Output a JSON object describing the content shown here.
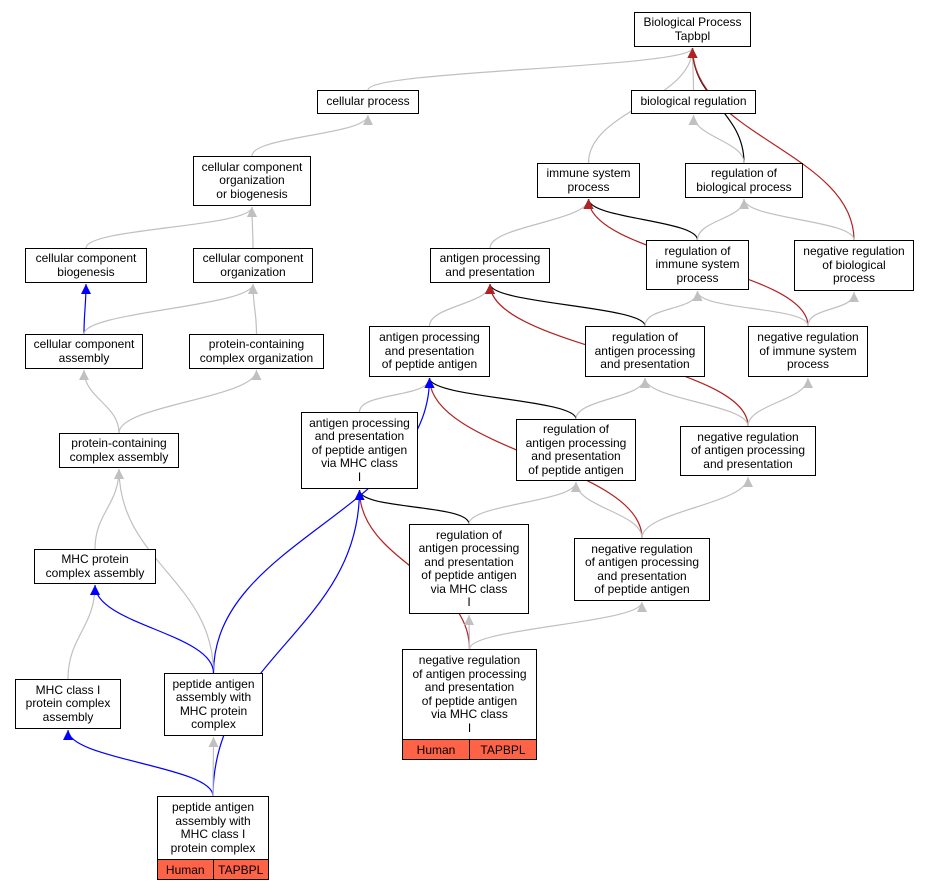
{
  "colors": {
    "border": "#000000",
    "edge_gray": "#c0c0c0",
    "edge_black": "#000000",
    "edge_blue": "#0000ff",
    "edge_red": "#b22222",
    "tag_fill": "#ff6347"
  },
  "nodes": {
    "root": "Biological Process\nTapbpl",
    "cellular_process": "cellular process",
    "biological_regulation": "biological regulation",
    "ccob": "cellular component\norganization\nor biogenesis",
    "immune_system_process": "immune system\nprocess",
    "regulation_of_biological_process": "regulation of\nbiological process",
    "cc_biogenesis": "cellular component\nbiogenesis",
    "cc_organization": "cellular component\norganization",
    "antigen_processing": "antigen processing\nand presentation",
    "reg_immune_system_process": "regulation of\nimmune system\nprocess",
    "neg_reg_biological_process": "negative regulation\nof biological\nprocess",
    "cc_assembly": "cellular component\nassembly",
    "pc_complex_organization": "protein-containing\ncomplex organization",
    "ap_peptide": "antigen processing\nand presentation\nof peptide antigen",
    "reg_antigen_processing": "regulation of\nantigen processing\nand presentation",
    "neg_reg_immune_system_process": "negative regulation\nof immune system\nprocess",
    "pc_complex_assembly": "protein-containing\ncomplex assembly",
    "ap_peptide_mhc1": "antigen processing\nand presentation\nof peptide antigen\nvia MHC class\nI",
    "reg_ap_peptide": "regulation of\nantigen processing\nand presentation\nof peptide antigen",
    "neg_reg_antigen_processing": "negative regulation\nof antigen processing\nand presentation",
    "mhc_protein_complex_assembly": "MHC protein\ncomplex assembly",
    "reg_ap_peptide_mhc1": "regulation of\nantigen processing\nand presentation\nof peptide antigen\nvia MHC class\nI",
    "neg_reg_ap_peptide": "negative regulation\nof antigen processing\nand presentation\nof peptide antigen",
    "mhc1_protein_complex_assembly": "MHC class I\nprotein complex\nassembly",
    "peptide_assembly_mhc": "peptide antigen\nassembly with\nMHC protein\ncomplex",
    "neg_reg_ap_peptide_mhc1": "negative regulation\nof antigen processing\nand presentation\nof peptide antigen\nvia MHC class\nI",
    "peptide_assembly_mhc1": "peptide antigen\nassembly with\nMHC class I\nprotein complex"
  },
  "tags": {
    "neg_reg_ap_peptide_mhc1": [
      "Human",
      "TAPBPL"
    ],
    "peptide_assembly_mhc1": [
      "Human",
      "TAPBPL"
    ]
  },
  "edges": [
    {
      "from": "cellular_process",
      "to": "root",
      "kind": "gray"
    },
    {
      "from": "biological_regulation",
      "to": "root",
      "kind": "gray"
    },
    {
      "from": "immune_system_process",
      "to": "root",
      "kind": "gray"
    },
    {
      "from": "regulation_of_biological_process",
      "to": "root",
      "kind": "black"
    },
    {
      "from": "neg_reg_biological_process",
      "to": "root",
      "kind": "red"
    },
    {
      "from": "ccob",
      "to": "cellular_process",
      "kind": "gray"
    },
    {
      "from": "regulation_of_biological_process",
      "to": "biological_regulation",
      "kind": "gray"
    },
    {
      "from": "cc_biogenesis",
      "to": "ccob",
      "kind": "gray"
    },
    {
      "from": "cc_organization",
      "to": "ccob",
      "kind": "gray"
    },
    {
      "from": "antigen_processing",
      "to": "immune_system_process",
      "kind": "gray"
    },
    {
      "from": "reg_immune_system_process",
      "to": "immune_system_process",
      "kind": "black"
    },
    {
      "from": "neg_reg_immune_system_process",
      "to": "immune_system_process",
      "kind": "red"
    },
    {
      "from": "reg_immune_system_process",
      "to": "regulation_of_biological_process",
      "kind": "gray"
    },
    {
      "from": "neg_reg_biological_process",
      "to": "regulation_of_biological_process",
      "kind": "gray"
    },
    {
      "from": "cc_assembly",
      "to": "cc_biogenesis",
      "kind": "blue"
    },
    {
      "from": "cc_assembly",
      "to": "cc_organization",
      "kind": "gray"
    },
    {
      "from": "pc_complex_organization",
      "to": "cc_organization",
      "kind": "gray"
    },
    {
      "from": "ap_peptide",
      "to": "antigen_processing",
      "kind": "gray"
    },
    {
      "from": "reg_antigen_processing",
      "to": "antigen_processing",
      "kind": "black"
    },
    {
      "from": "neg_reg_antigen_processing",
      "to": "antigen_processing",
      "kind": "red"
    },
    {
      "from": "reg_antigen_processing",
      "to": "reg_immune_system_process",
      "kind": "gray"
    },
    {
      "from": "neg_reg_immune_system_process",
      "to": "reg_immune_system_process",
      "kind": "gray"
    },
    {
      "from": "neg_reg_immune_system_process",
      "to": "neg_reg_biological_process",
      "kind": "gray"
    },
    {
      "from": "pc_complex_assembly",
      "to": "cc_assembly",
      "kind": "gray"
    },
    {
      "from": "pc_complex_assembly",
      "to": "pc_complex_organization",
      "kind": "gray"
    },
    {
      "from": "ap_peptide_mhc1",
      "to": "ap_peptide",
      "kind": "gray"
    },
    {
      "from": "reg_ap_peptide",
      "to": "ap_peptide",
      "kind": "black"
    },
    {
      "from": "neg_reg_ap_peptide",
      "to": "ap_peptide",
      "kind": "red"
    },
    {
      "from": "peptide_assembly_mhc",
      "to": "ap_peptide",
      "kind": "blue"
    },
    {
      "from": "reg_ap_peptide",
      "to": "reg_antigen_processing",
      "kind": "gray"
    },
    {
      "from": "neg_reg_antigen_processing",
      "to": "reg_antigen_processing",
      "kind": "gray"
    },
    {
      "from": "neg_reg_antigen_processing",
      "to": "neg_reg_immune_system_process",
      "kind": "gray"
    },
    {
      "from": "mhc_protein_complex_assembly",
      "to": "pc_complex_assembly",
      "kind": "gray"
    },
    {
      "from": "peptide_assembly_mhc",
      "to": "pc_complex_assembly",
      "kind": "gray"
    },
    {
      "from": "reg_ap_peptide_mhc1",
      "to": "ap_peptide_mhc1",
      "kind": "black"
    },
    {
      "from": "neg_reg_ap_peptide_mhc1",
      "to": "ap_peptide_mhc1",
      "kind": "red"
    },
    {
      "from": "peptide_assembly_mhc1",
      "to": "ap_peptide_mhc1",
      "kind": "blue"
    },
    {
      "from": "reg_ap_peptide_mhc1",
      "to": "reg_ap_peptide",
      "kind": "gray"
    },
    {
      "from": "neg_reg_ap_peptide",
      "to": "reg_ap_peptide",
      "kind": "gray"
    },
    {
      "from": "neg_reg_ap_peptide",
      "to": "neg_reg_antigen_processing",
      "kind": "gray"
    },
    {
      "from": "mhc1_protein_complex_assembly",
      "to": "mhc_protein_complex_assembly",
      "kind": "gray"
    },
    {
      "from": "peptide_assembly_mhc",
      "to": "mhc_protein_complex_assembly",
      "kind": "blue"
    },
    {
      "from": "neg_reg_ap_peptide_mhc1",
      "to": "reg_ap_peptide_mhc1",
      "kind": "gray"
    },
    {
      "from": "neg_reg_ap_peptide_mhc1",
      "to": "neg_reg_ap_peptide",
      "kind": "gray"
    },
    {
      "from": "peptide_assembly_mhc1",
      "to": "mhc1_protein_complex_assembly",
      "kind": "blue"
    },
    {
      "from": "peptide_assembly_mhc1",
      "to": "peptide_assembly_mhc",
      "kind": "gray"
    }
  ]
}
